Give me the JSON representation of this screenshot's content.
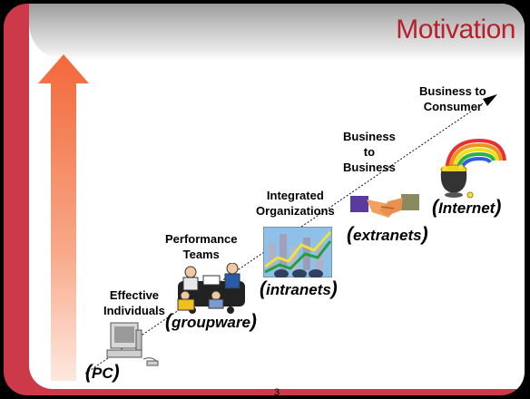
{
  "slide": {
    "title": "Motivation",
    "page_number": "3",
    "stages": [
      {
        "label_lines": [
          "Effective",
          "Individuals"
        ],
        "tag": "PC",
        "picture": "desktop-computer-icon"
      },
      {
        "label_lines": [
          "Performance",
          "Teams"
        ],
        "tag": "groupware",
        "picture": "team-meeting-icon"
      },
      {
        "label_lines": [
          "Integrated",
          "Organizations"
        ],
        "tag": "intranets",
        "picture": "growth-chart-icon"
      },
      {
        "label_lines": [
          "Business",
          "to",
          "Business"
        ],
        "tag": "extranets",
        "picture": "handshake-icon"
      },
      {
        "label_lines": [
          "Business to",
          "Consumer"
        ],
        "tag": "Internet",
        "picture": "rainbow-pot-of-gold-icon"
      }
    ]
  },
  "colors": {
    "frame_red": "#cc3a4a",
    "title_red": "#b8202c",
    "arrow_orange": "#f07a50"
  }
}
